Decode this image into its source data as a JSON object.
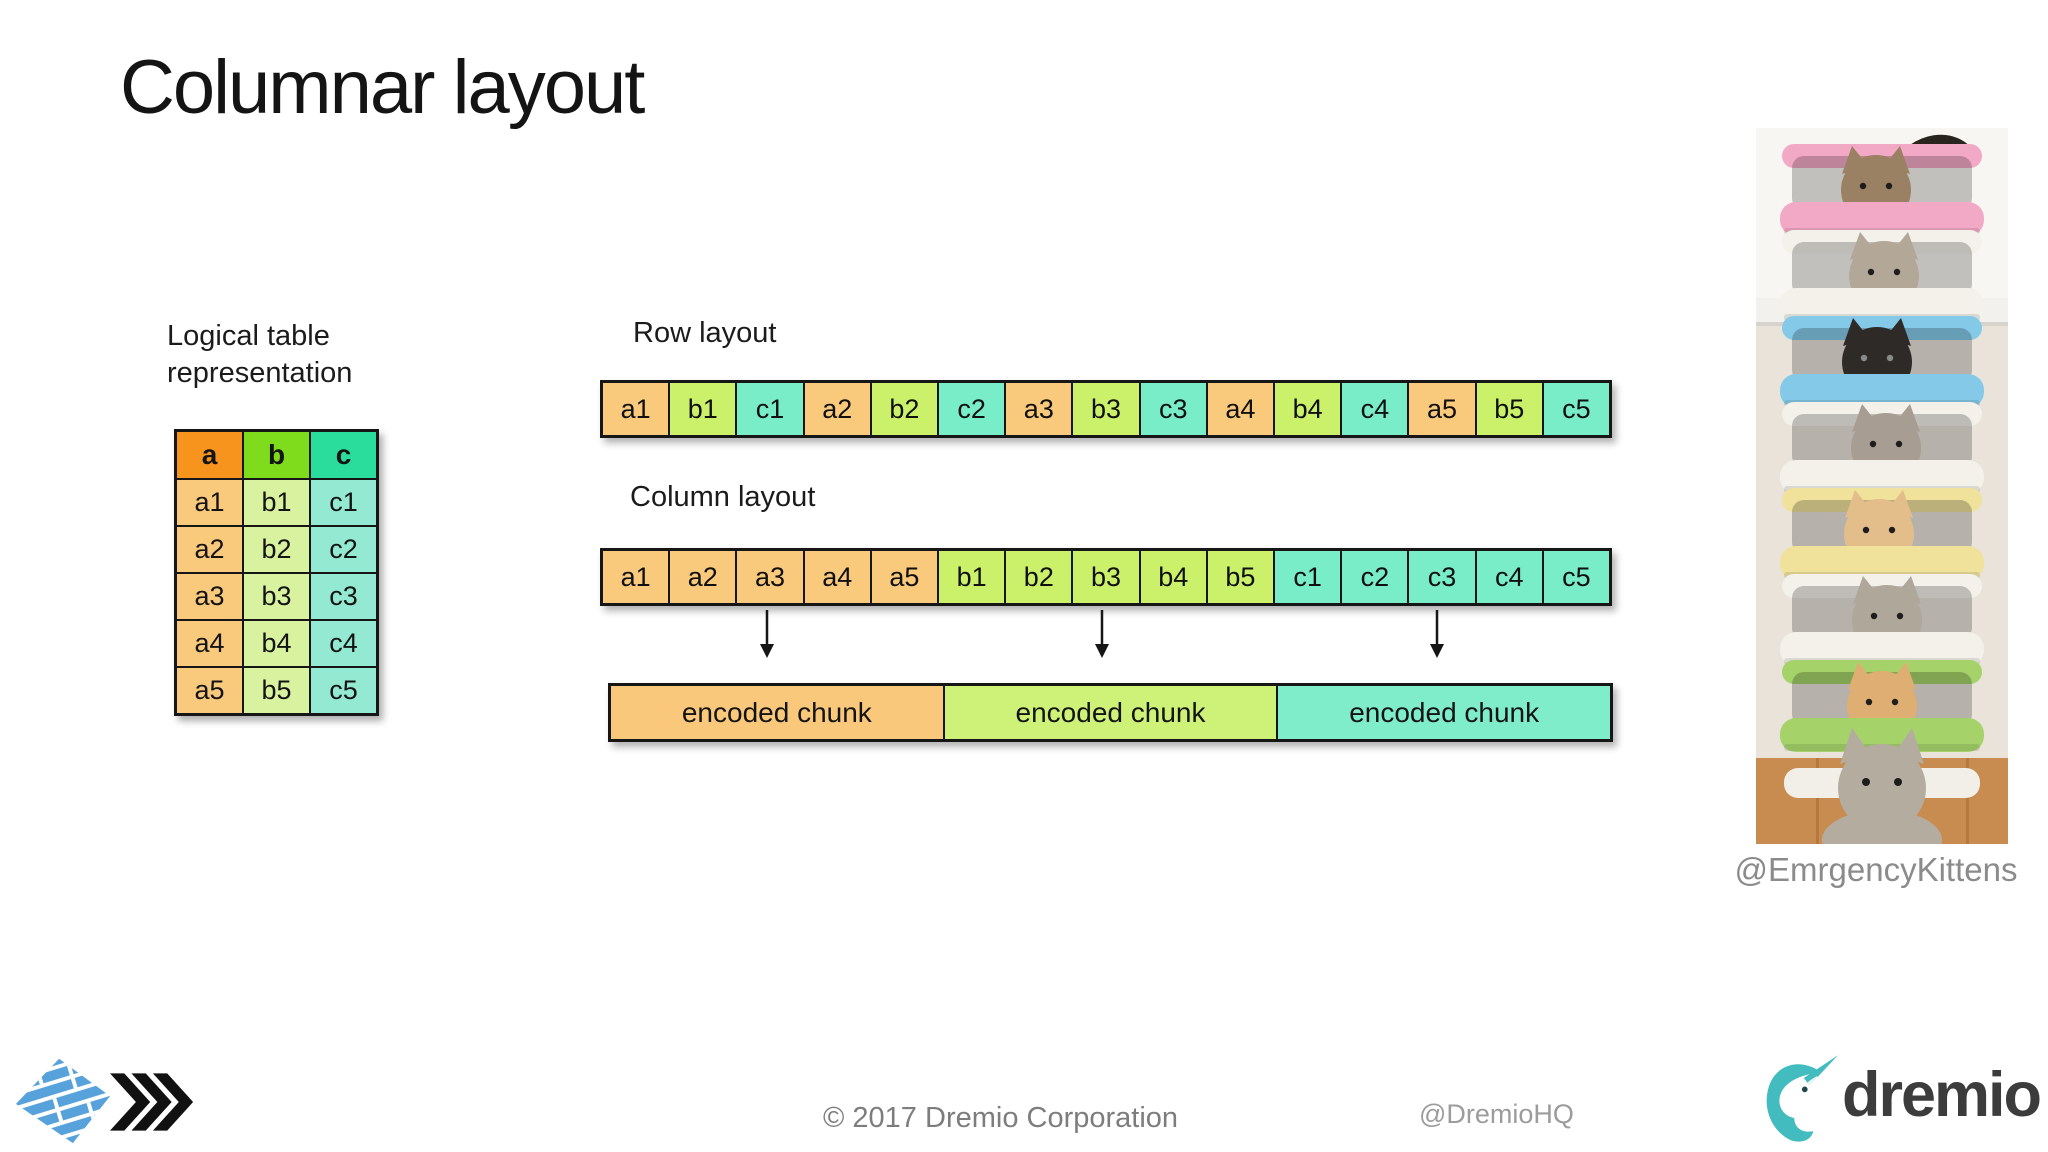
{
  "slide": {
    "title": "Columnar layout"
  },
  "logical_table": {
    "label_line1": "Logical table",
    "label_line2": "representation",
    "columns": [
      "a",
      "b",
      "c"
    ],
    "rows": [
      [
        "a1",
        "b1",
        "c1"
      ],
      [
        "a2",
        "b2",
        "c2"
      ],
      [
        "a3",
        "b3",
        "c3"
      ],
      [
        "a4",
        "b4",
        "c4"
      ],
      [
        "a5",
        "b5",
        "c5"
      ]
    ]
  },
  "row_layout": {
    "label": "Row layout",
    "cells": [
      {
        "text": "a1",
        "group": "a"
      },
      {
        "text": "b1",
        "group": "b"
      },
      {
        "text": "c1",
        "group": "c"
      },
      {
        "text": "a2",
        "group": "a"
      },
      {
        "text": "b2",
        "group": "b"
      },
      {
        "text": "c2",
        "group": "c"
      },
      {
        "text": "a3",
        "group": "a"
      },
      {
        "text": "b3",
        "group": "b"
      },
      {
        "text": "c3",
        "group": "c"
      },
      {
        "text": "a4",
        "group": "a"
      },
      {
        "text": "b4",
        "group": "b"
      },
      {
        "text": "c4",
        "group": "c"
      },
      {
        "text": "a5",
        "group": "a"
      },
      {
        "text": "b5",
        "group": "b"
      },
      {
        "text": "c5",
        "group": "c"
      }
    ]
  },
  "column_layout": {
    "label": "Column layout",
    "cells": [
      {
        "text": "a1",
        "group": "a"
      },
      {
        "text": "a2",
        "group": "a"
      },
      {
        "text": "a3",
        "group": "a"
      },
      {
        "text": "a4",
        "group": "a"
      },
      {
        "text": "a5",
        "group": "a"
      },
      {
        "text": "b1",
        "group": "b"
      },
      {
        "text": "b2",
        "group": "b"
      },
      {
        "text": "b3",
        "group": "b"
      },
      {
        "text": "b4",
        "group": "b"
      },
      {
        "text": "b5",
        "group": "b"
      },
      {
        "text": "c1",
        "group": "c"
      },
      {
        "text": "c2",
        "group": "c"
      },
      {
        "text": "c3",
        "group": "c"
      },
      {
        "text": "c4",
        "group": "c"
      },
      {
        "text": "c5",
        "group": "c"
      }
    ]
  },
  "encoded_chunks": [
    {
      "label": "encoded chunk",
      "group": "a"
    },
    {
      "label": "encoded chunk",
      "group": "b"
    },
    {
      "label": "encoded chunk",
      "group": "c"
    }
  ],
  "photo": {
    "caption": "@EmrgencyKittens",
    "wall_top": "#F8F6F2",
    "wall": "#E9E3DA",
    "shelf": "#F3F1ED",
    "shelf_edge": "#D7D2CB",
    "floor": "#C98C50",
    "floor_line": "#B5783E",
    "tail": "#2A241E",
    "baskets": [
      {
        "rim": "#F2A9C6",
        "cat": "#9A8163",
        "eye": "#1d1d1d"
      },
      {
        "rim": "#F3F1EA",
        "cat": "#B3A798",
        "eye": "#1d1d1d"
      },
      {
        "rim": "#85C9E8",
        "cat": "#2E2A28",
        "eye": "#8a8a8a"
      },
      {
        "rim": "#F3F1EA",
        "cat": "#A79D92",
        "eye": "#1d1d1d"
      },
      {
        "rim": "#F0E29B",
        "cat": "#E3BE8B",
        "eye": "#1d1d1d"
      },
      {
        "rim": "#F3F1EA",
        "cat": "#B0A79B",
        "eye": "#1d1d1d"
      },
      {
        "rim": "#A5D36A",
        "cat": "#DFAE72",
        "eye": "#1d1d1d"
      }
    ],
    "front_cat": "#B5ACA0"
  },
  "footer": {
    "copyright": "© 2017 Dremio Corporation",
    "handle": "@DremioHQ",
    "wordmark": "dremio"
  },
  "colors": {
    "a_header": "#F7941E",
    "b_header": "#7EDC1C",
    "c_header": "#2BDD9D",
    "a_cell": "#F9C97C",
    "b_cell": "#D8F2A0",
    "c_cell": "#93E9D1",
    "a_strip": "#F9C97C",
    "b_strip": "#CBF06A",
    "c_strip": "#79EDC7",
    "a_chunk": "#F9C87B",
    "b_chunk": "#CDF277",
    "c_chunk": "#7FEDC9",
    "cell_border": "#161616",
    "title_text": "#141414",
    "label_text": "#1B1B1B",
    "footer_text": "#7D7D7D",
    "handle_text": "#9C9C9C",
    "caption_text": "#8B8B8B",
    "parquet_blue": "#58A2DC",
    "arrow_black": "#111111",
    "dremio_teal": "#42BCBE",
    "wordmark": "#3C3C3C"
  }
}
